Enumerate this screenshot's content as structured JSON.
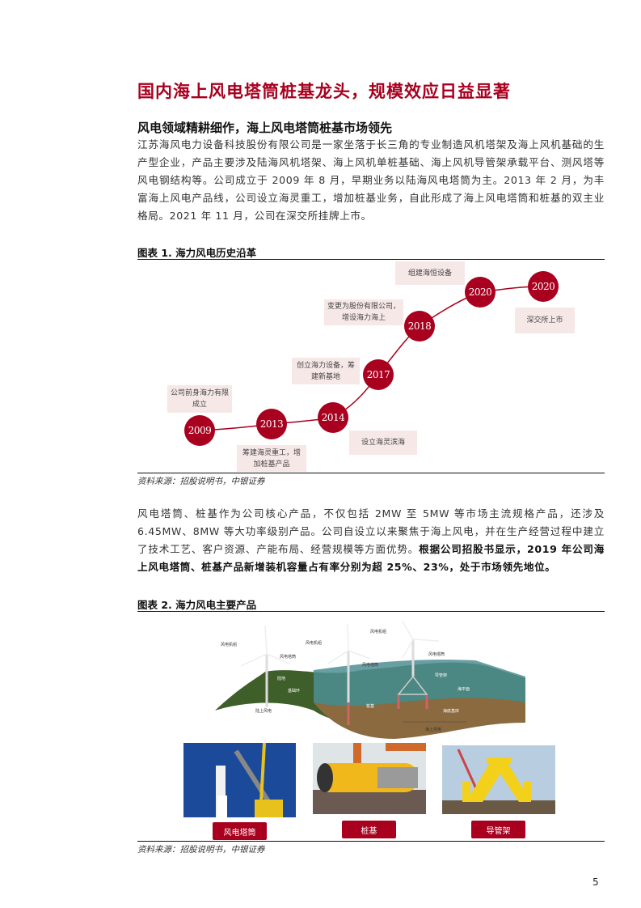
{
  "title": "国内海上风电塔筒桩基龙头，规模效应日益显著",
  "section_heading": "风电领域精耕细作，海上风电塔筒桩基市场领先",
  "paragraph1": "江苏海风电力设备科技股份有限公司是一家坐落于长三角的专业制造风机塔架及海上风机基础的生产型企业，产品主要涉及陆海风机塔架、海上风机单桩基础、海上风机导管架承载平台、测风塔等风电钢结构等。公司成立于 2009 年 8 月，早期业务以陆海风电塔筒为主。2013 年 2 月，为丰富海上风电产品线，公司设立海灵重工，增加桩基业务，自此形成了海上风电塔筒和桩基的双主业格局。2021 年 11 月，公司在深交所挂牌上市。",
  "figure1": {
    "title": "图表 1. 海力风电历史沿革",
    "milestones": [
      {
        "year": "2009",
        "text": "公司前身海力有限成立"
      },
      {
        "year": "2013",
        "text": "筹建海灵重工，增加桩基产品"
      },
      {
        "year": "2014",
        "text": "设立海灵滨海"
      },
      {
        "year": "2017",
        "text": "创立海力设备，筹建新基地"
      },
      {
        "year": "2018",
        "text": "变更为股份有限公司，增设海力海上"
      },
      {
        "year": "2020",
        "text": "组建海恒设备"
      },
      {
        "year": "2020",
        "text": "深交所上市"
      }
    ],
    "source": "资料来源：招股说明书，中银证券"
  },
  "paragraph2": {
    "normal": "风电塔筒、桩基作为公司核心产品，不仅包括 2MW 至 5MW 等市场主流规格产品，还涉及 6.45MW、8MW 等大功率级别产品。公司自设立以来聚焦于海上风电，并在生产经营过程中建立了技术工艺、客户资源、产能布局、经营规模等方面优势。",
    "bold": "根据公司招股书显示，2019 年公司海上风电塔筒、桩基产品新增装机容量占有率分别为超 25%、23%，处于市场领先地位。"
  },
  "figure2": {
    "title": "图表 2. 海力风电主要产品",
    "diagram_labels": {
      "turbine": "风电机组",
      "tower": "风电塔筒",
      "land": "陆地",
      "foundation_ring": "基础环",
      "onshore": "陆上风电",
      "pile": "桩基",
      "jacket": "导管架",
      "sea_level": "海平面",
      "seabed": "海底基床",
      "offshore": "海上风电"
    },
    "products": [
      "风电塔筒",
      "桩基",
      "导管架"
    ],
    "source": "资料来源：招股说明书，中银证券"
  },
  "page_number": "5",
  "colors": {
    "brand": "#a8001e",
    "box": "#f7e8e8"
  }
}
